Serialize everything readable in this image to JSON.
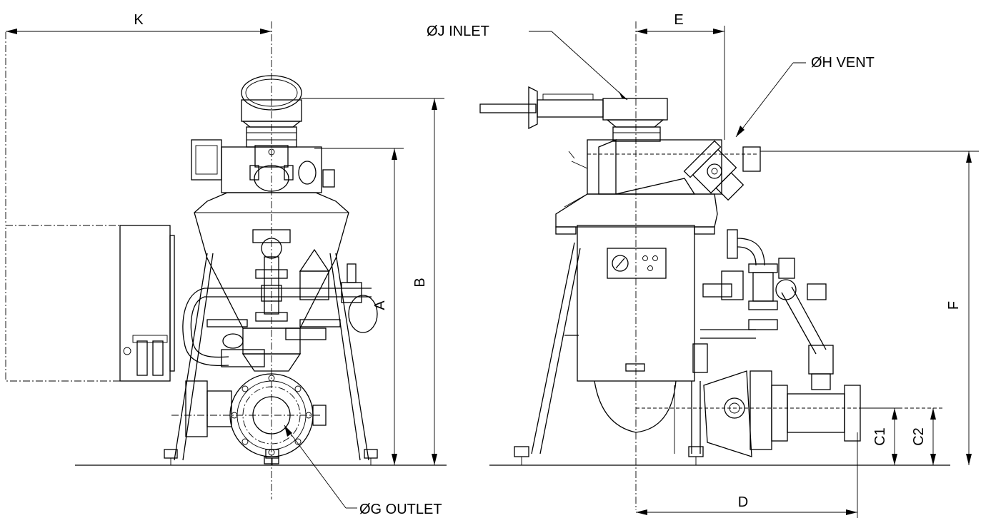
{
  "labels": {
    "K": "K",
    "E": "E",
    "inlet": "ØJ INLET",
    "vent": "ØH VENT",
    "A": "A",
    "B": "B",
    "F": "F",
    "C1": "C1",
    "C2": "C2",
    "D": "D",
    "outlet": "ØG OUTLET"
  }
}
